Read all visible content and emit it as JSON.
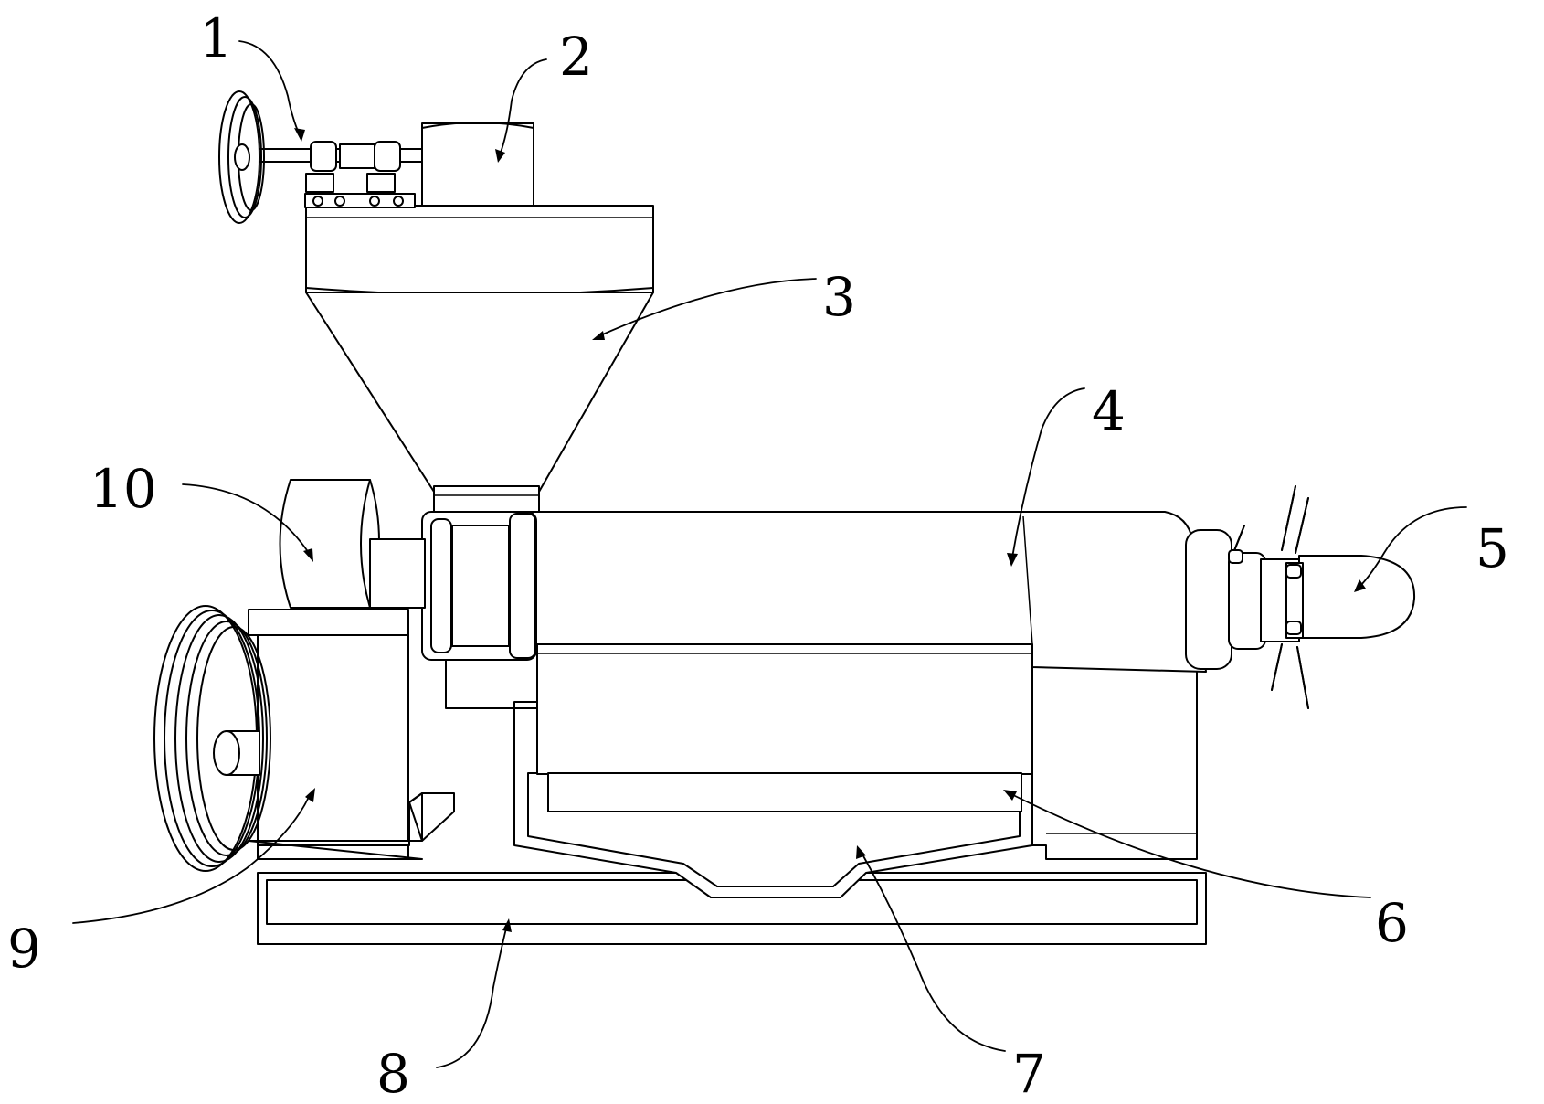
{
  "callouts": [
    {
      "id": "1",
      "text": "1"
    },
    {
      "id": "2",
      "text": "2"
    },
    {
      "id": "3",
      "text": "3"
    },
    {
      "id": "4",
      "text": "4"
    },
    {
      "id": "5",
      "text": "5"
    },
    {
      "id": "6",
      "text": "6"
    },
    {
      "id": "7",
      "text": "7"
    },
    {
      "id": "8",
      "text": "8"
    },
    {
      "id": "9",
      "text": "9"
    },
    {
      "id": "10",
      "text": "10"
    }
  ],
  "style": {
    "line_color": "#000000",
    "background": "#ffffff"
  }
}
